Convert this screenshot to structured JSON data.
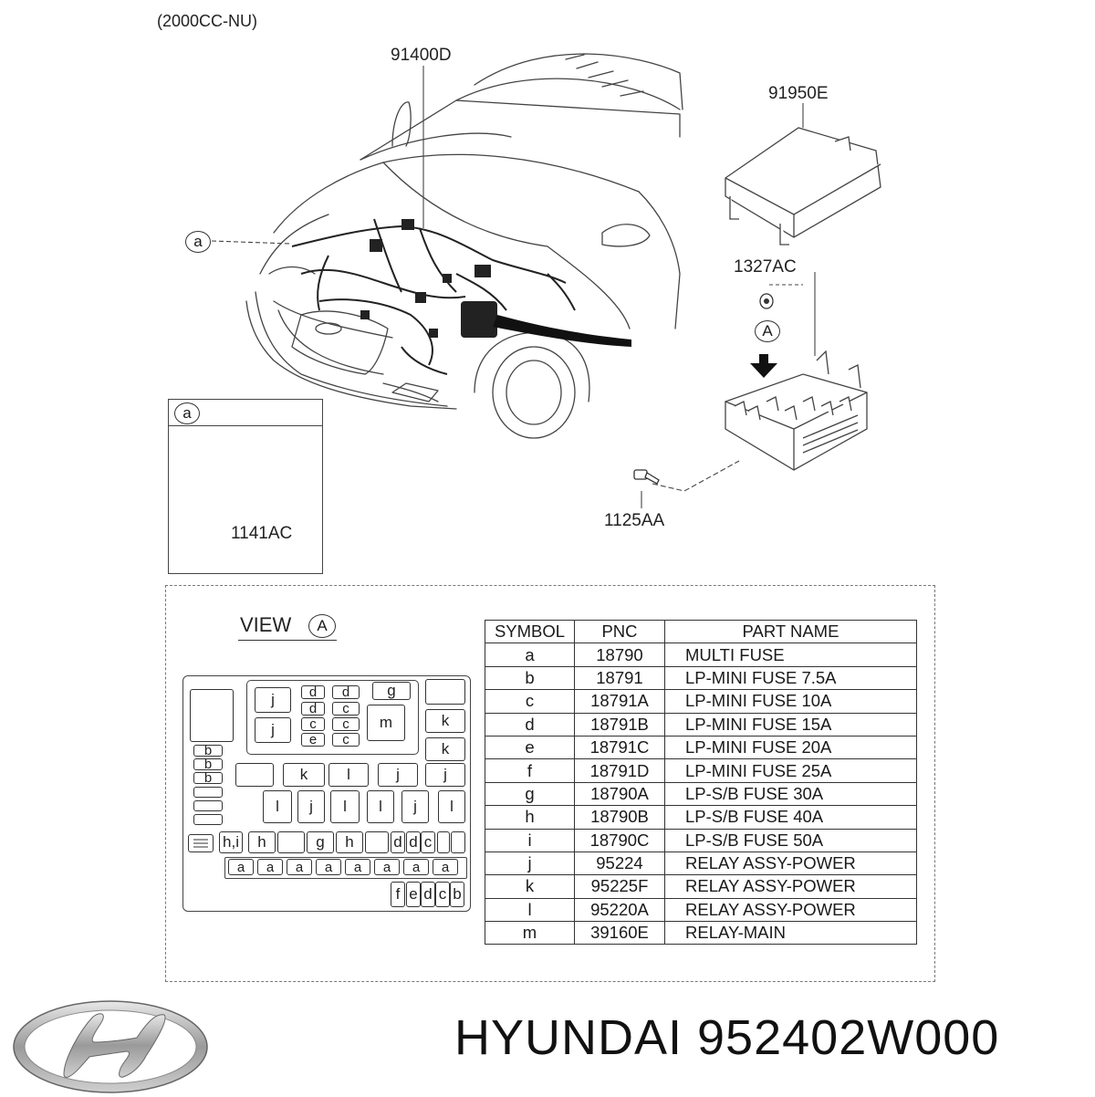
{
  "header": {
    "engine_label": "(2000CC-NU)"
  },
  "callouts": {
    "harness": "91400D",
    "cover": "91950E",
    "nut": "1327AC",
    "view_marker": "A",
    "bracket_bolt": "1125AA",
    "detail_marker": "a",
    "detail_part": "1141AC"
  },
  "inset": {
    "marker": "a",
    "part": "1141AC"
  },
  "view": {
    "title": "VIEW",
    "marker": "A",
    "fusebox": {
      "top_group": [
        {
          "label": "j"
        },
        {
          "label": "d"
        },
        {
          "label": "d"
        },
        {
          "label": "g"
        },
        {
          "label": "d"
        },
        {
          "label": "c"
        },
        {
          "label": "m"
        },
        {
          "label": "j"
        },
        {
          "label": "c"
        },
        {
          "label": "c"
        },
        {
          "label": "c"
        },
        {
          "label": "e"
        }
      ],
      "right_col": [
        {
          "label": "k"
        },
        {
          "label": "k"
        },
        {
          "label": "j"
        }
      ],
      "left_col": [
        {
          "label": "b"
        },
        {
          "label": "b"
        },
        {
          "label": "b"
        }
      ],
      "mid_row": [
        {
          "label": "k"
        },
        {
          "label": "l"
        },
        {
          "label": "j"
        }
      ],
      "tall_row": [
        {
          "label": "l"
        },
        {
          "label": "j"
        },
        {
          "label": "l"
        },
        {
          "label": "l"
        },
        {
          "label": "j"
        },
        {
          "label": "l"
        }
      ],
      "row_h": [
        {
          "label": "h,i"
        },
        {
          "label": "h"
        },
        {
          "label": "g"
        },
        {
          "label": "h"
        },
        {
          "label": "d"
        },
        {
          "label": "d"
        },
        {
          "label": "c"
        }
      ],
      "row_a": [
        {
          "label": "a"
        },
        {
          "label": "a"
        },
        {
          "label": "a"
        },
        {
          "label": "a"
        },
        {
          "label": "a"
        },
        {
          "label": "a"
        },
        {
          "label": "a"
        },
        {
          "label": "a"
        }
      ],
      "row_bottom": [
        {
          "label": "f"
        },
        {
          "label": "e"
        },
        {
          "label": "d"
        },
        {
          "label": "c"
        },
        {
          "label": "b"
        }
      ]
    },
    "table": {
      "headers": {
        "symbol": "SYMBOL",
        "pnc": "PNC",
        "part_name": "PART NAME"
      },
      "rows": [
        {
          "symbol": "a",
          "pnc": "18790",
          "name": "MULTI FUSE"
        },
        {
          "symbol": "b",
          "pnc": "18791",
          "name": "LP-MINI FUSE 7.5A"
        },
        {
          "symbol": "c",
          "pnc": "18791A",
          "name": "LP-MINI FUSE 10A"
        },
        {
          "symbol": "d",
          "pnc": "18791B",
          "name": "LP-MINI FUSE 15A"
        },
        {
          "symbol": "e",
          "pnc": "18791C",
          "name": "LP-MINI FUSE 20A"
        },
        {
          "symbol": "f",
          "pnc": "18791D",
          "name": "LP-MINI FUSE 25A"
        },
        {
          "symbol": "g",
          "pnc": "18790A",
          "name": "LP-S/B FUSE 30A"
        },
        {
          "symbol": "h",
          "pnc": "18790B",
          "name": "LP-S/B FUSE 40A"
        },
        {
          "symbol": "i",
          "pnc": "18790C",
          "name": "LP-S/B FUSE 50A"
        },
        {
          "symbol": "j",
          "pnc": "95224",
          "name": "RELAY ASSY-POWER"
        },
        {
          "symbol": "k",
          "pnc": "95225F",
          "name": "RELAY ASSY-POWER"
        },
        {
          "symbol": "l",
          "pnc": "95220A",
          "name": "RELAY ASSY-POWER"
        },
        {
          "symbol": "m",
          "pnc": "39160E",
          "name": "RELAY-MAIN"
        }
      ]
    }
  },
  "footer": {
    "brand_text": "HYUNDAI 952402W000"
  },
  "icons": [
    "hyundai-logo-icon",
    "fuse-box-icon",
    "bolt-icon",
    "nut-icon",
    "arrow-down-icon"
  ]
}
